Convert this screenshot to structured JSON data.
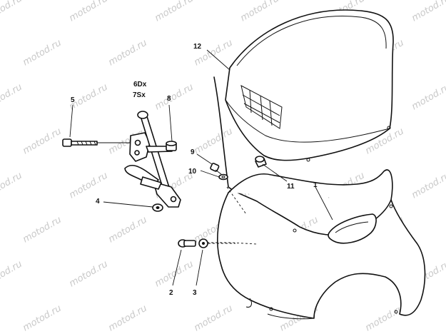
{
  "watermark": "motod.ru",
  "callouts": {
    "c1": "1",
    "c2": "2",
    "c3": "3",
    "c4": "4",
    "c5": "5",
    "c6": "6Dx",
    "c7": "7Sx",
    "c8": "8",
    "c9": "9",
    "c10": "10",
    "c11": "11",
    "c12": "12"
  }
}
